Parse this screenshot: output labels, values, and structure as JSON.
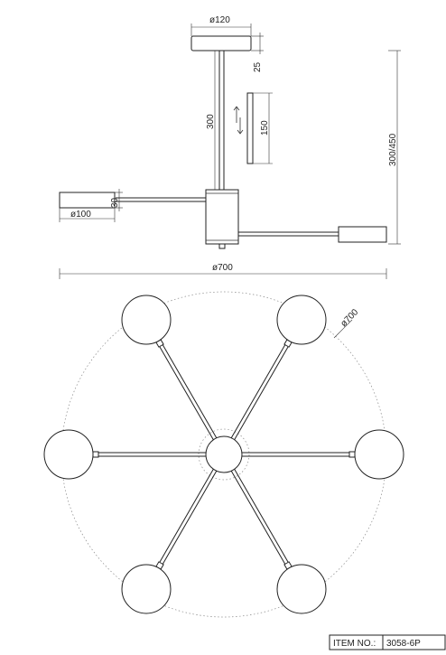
{
  "side_view": {
    "dim_canopy_diameter": "ø120",
    "dim_canopy_height": "25",
    "dim_rod_length": "300",
    "dim_extension": "150",
    "dim_total_height": "300/450",
    "dim_shade_height": "30",
    "dim_shade_diameter": "ø100",
    "dim_overall_width": "ø700"
  },
  "top_view": {
    "dim_circle_diameter": "ø700"
  },
  "title_block": {
    "item_label": "ITEM NO.:",
    "item_value": "3058-6P"
  }
}
